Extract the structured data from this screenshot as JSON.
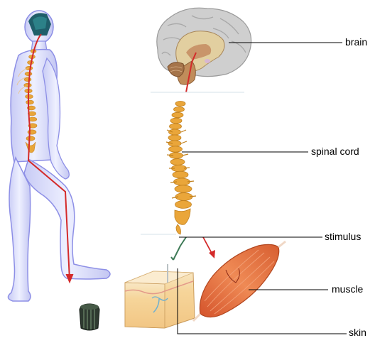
{
  "labels": {
    "brain": "brain",
    "spinal_cord": "spinal cord",
    "stimulus": "stimulus",
    "muscle": "muscle",
    "skin": "skin"
  },
  "colors": {
    "body_outline": "#8d8fe6",
    "body_fill": "#d8daf8",
    "spine": "#e8a53a",
    "nerve": "#d42a2a",
    "muscle": "#e2673a",
    "skin_top": "#f3dcb2",
    "skin_side": "#f6d69a",
    "brain_cortex": "#c9c9c9",
    "brain_inner": "#c08c5a"
  },
  "icons": [
    "human-figure-icon",
    "brain-icon",
    "spine-icon",
    "skin-block-icon",
    "muscle-icon",
    "stimulus-object-icon"
  ]
}
